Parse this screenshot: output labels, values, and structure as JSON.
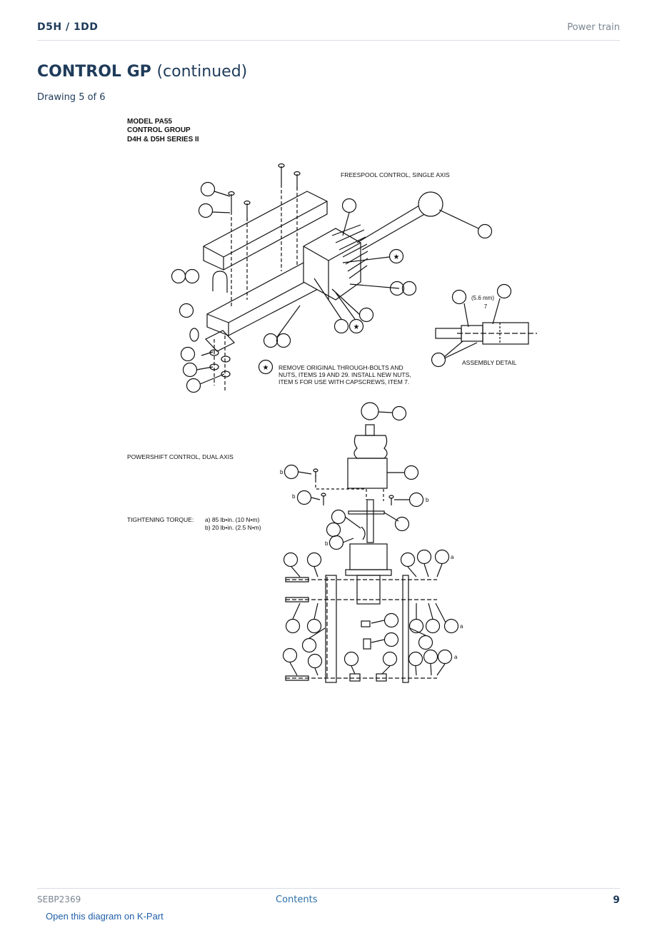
{
  "header": {
    "model": "D5H / 1DD",
    "section": "Power train"
  },
  "title": {
    "main": "CONTROL GP",
    "suffix": "(continued)"
  },
  "subtitle": "Drawing 5 of 6",
  "drawing": {
    "heading_lines": [
      "MODEL PA55",
      "CONTROL GROUP",
      "D4H & D5H SERIES II"
    ],
    "freespool_label": "FREESPOOL CONTROL, SINGLE AXIS",
    "note_symbol": "★",
    "note_lines": [
      "REMOVE ORIGINAL THROUGH-BOLTS AND",
      "NUTS, ITEMS 19 AND 29. INSTALL NEW NUTS,",
      "ITEM 5 FOR USE WITH CAPSCREWS, ITEM 7."
    ],
    "dimension": "(5.6 mm)",
    "dimension_value": "7",
    "assembly_label": "ASSEMBLY DETAIL",
    "powershift_label": "POWERSHIFT CONTROL, DUAL AXIS",
    "torque_label": "TIGHTENING TORQUE:",
    "torque_a": "a)  85 lb•in. (10 N•m)",
    "torque_b": "b)  20 lb•in. (2.5 N•m)",
    "callout_a": "a",
    "callout_b": "b"
  },
  "footer": {
    "doc_number": "SEBP2369",
    "contents_link": "Contents",
    "page_number": "9"
  },
  "kpart_link": "Open this diagram on K-Part"
}
